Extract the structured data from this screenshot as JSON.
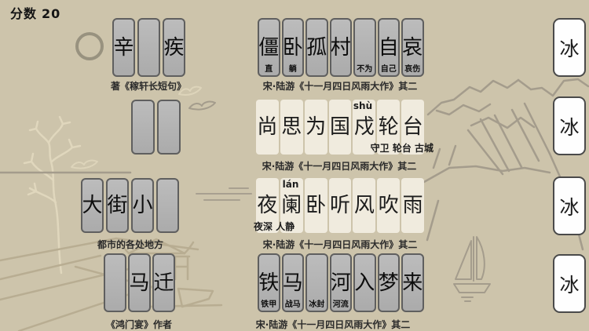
{
  "hud": {
    "score_label": "分数",
    "score_value": "20"
  },
  "colors": {
    "background": "#cdc4ab",
    "tile_gray": "#b3b3b3",
    "tile_border": "#5f5f5f",
    "solved_tile": "#f3eee2",
    "ice_tile": "#fefefe",
    "art_gray": "#a49c8c",
    "art_cream": "#e0d7bd",
    "art_tan": "#b8ad92"
  },
  "ice_rack": [
    {
      "char": "冰"
    },
    {
      "char": "冰"
    },
    {
      "char": "冰"
    },
    {
      "char": "冰"
    }
  ],
  "rows": [
    {
      "left": {
        "caption": "著《稼轩长短句》",
        "tiles": [
          {
            "char": "辛",
            "note": ""
          },
          {
            "char": "",
            "note": ""
          },
          {
            "char": "疾",
            "note": ""
          }
        ]
      },
      "right": {
        "kind": "tiles",
        "caption": "宋·陆游《十一月四日风雨大作》其二",
        "tiles": [
          {
            "char": "僵",
            "note": "直"
          },
          {
            "char": "卧",
            "note": "躺"
          },
          {
            "char": "孤",
            "note": ""
          },
          {
            "char": "村",
            "note": ""
          },
          {
            "char": "",
            "note": "不为"
          },
          {
            "char": "自",
            "note": "自己"
          },
          {
            "char": "哀",
            "note": "哀伤"
          }
        ]
      }
    },
    {
      "left": {
        "caption": "",
        "tiles": [
          {
            "char": "",
            "note": ""
          },
          {
            "char": "",
            "note": ""
          }
        ]
      },
      "right": {
        "kind": "solved",
        "chars": [
          "尚",
          "思",
          "为",
          "国",
          "戍",
          "轮",
          "台"
        ],
        "pinyin": "shù",
        "note": "守卫 轮台 古城",
        "caption": "宋·陆游《十一月四日风雨大作》其二"
      }
    },
    {
      "left": {
        "caption": "都市的各处地方",
        "tiles": [
          {
            "char": "大",
            "note": ""
          },
          {
            "char": "街",
            "note": ""
          },
          {
            "char": "小",
            "note": ""
          },
          {
            "char": "",
            "note": ""
          }
        ]
      },
      "right": {
        "kind": "solved",
        "chars": [
          "夜",
          "阑",
          "卧",
          "听",
          "风",
          "吹",
          "雨"
        ],
        "pinyin": "lán",
        "note": "夜深 人静",
        "caption": "宋·陆游《十一月四日风雨大作》其二"
      }
    },
    {
      "left": {
        "caption": "《鸿门宴》作者",
        "tiles": [
          {
            "char": "",
            "note": ""
          },
          {
            "char": "马",
            "note": ""
          },
          {
            "char": "迁",
            "note": ""
          }
        ]
      },
      "right": {
        "kind": "tiles",
        "caption": "宋·陆游《十一月四日风雨大作》其二",
        "tiles": [
          {
            "char": "铁",
            "note": "铁甲"
          },
          {
            "char": "马",
            "note": "战马"
          },
          {
            "char": "",
            "note": "冰封"
          },
          {
            "char": "河",
            "note": "河流"
          },
          {
            "char": "入",
            "note": ""
          },
          {
            "char": "梦",
            "note": ""
          },
          {
            "char": "来",
            "note": ""
          }
        ]
      }
    }
  ]
}
